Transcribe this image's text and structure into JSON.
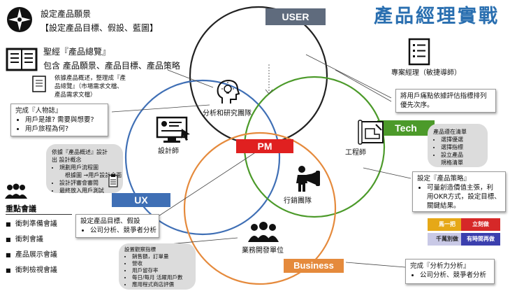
{
  "title": "產品經理實戰",
  "top_left": {
    "heading": "設定產品願景",
    "sub": "【設定產品目標、假設、藍圖】"
  },
  "bible": {
    "line1": "聖經『產品總覽』",
    "line2": "包含 產品願景、產品目標、產品策略",
    "doc_line1": "依據產品概述，整理成『產",
    "doc_line2": "品總覽』（市場需求文檔、",
    "doc_line3": "產品需求文檔）"
  },
  "persona_note": {
    "title": "完成『人物誌』",
    "items": [
      "用戶是誰? 需要與想要?",
      "用戶旅程為何?"
    ]
  },
  "designer_grey": {
    "line1": "依據『產品概述』設計",
    "line2": "出 設計概念",
    "items": [
      "規劃用戶流程圖",
      "根據圖 →用戶設計介面",
      "設計評審會審閱",
      "最終放入用戶測試"
    ]
  },
  "meetings": {
    "title": "重點會議",
    "items": [
      "衝刺準備會議",
      "衝刺會議",
      "產品展示會議",
      "衝刺檢視會議"
    ]
  },
  "tags": {
    "user": "USER",
    "tech": "Tech",
    "pm": "PM",
    "ux": "UX",
    "business": "Business"
  },
  "roles": {
    "research": "分析和研究團隊",
    "designer": "設計師",
    "engineer": "工程師",
    "marketing": "行銷團隊",
    "bizdev": "業務開發單位",
    "pm_agile": "專案經理（敏捷導師）"
  },
  "priority_note": {
    "line1": "將用戶痛點依據評估指標排列",
    "line2": "優先次序。"
  },
  "tech_grey": {
    "title": "產品遵在清單",
    "items": [
      "選擇優選",
      "選擇指標",
      "設立產品",
      "規格清單"
    ]
  },
  "strategy_note": {
    "title": "設定『產品策略』",
    "items": [
      "可量創造價值主張，利用OKR方式，設定目標、關鍵結果。"
    ],
    "item_lines": [
      "可量創造價值主張，利",
      "用OKR方式，設定目標、",
      "關鍵結果。"
    ]
  },
  "goal_note": {
    "title": "設定產品目標、假設",
    "items": [
      "公司分析、競爭者分析"
    ]
  },
  "metrics_grey": {
    "title": "設置觀察指標",
    "items": [
      "銷售額，訂單量",
      "營收",
      "用戶留存率",
      "每日/每月 活躍用戶數",
      "應用程式商店評價"
    ]
  },
  "competitor_note": {
    "title": "完成『分析力分析』",
    "items": [
      "公司分析、競爭者分析"
    ]
  },
  "matrix": {
    "c1": "馬一把",
    "c2": "立刻做",
    "c3": "千萬別做",
    "c4": "有時間再做",
    "colors": [
      "#e6a817",
      "#d62828",
      "#c9c9e6",
      "#3b3fae"
    ]
  },
  "colors": {
    "user": "#5f6b7d",
    "tech": "#4c9a2a",
    "pm": "#e02020",
    "ux": "#3f6fb5",
    "business": "#e58a3c",
    "title": "#2a6fb0"
  }
}
